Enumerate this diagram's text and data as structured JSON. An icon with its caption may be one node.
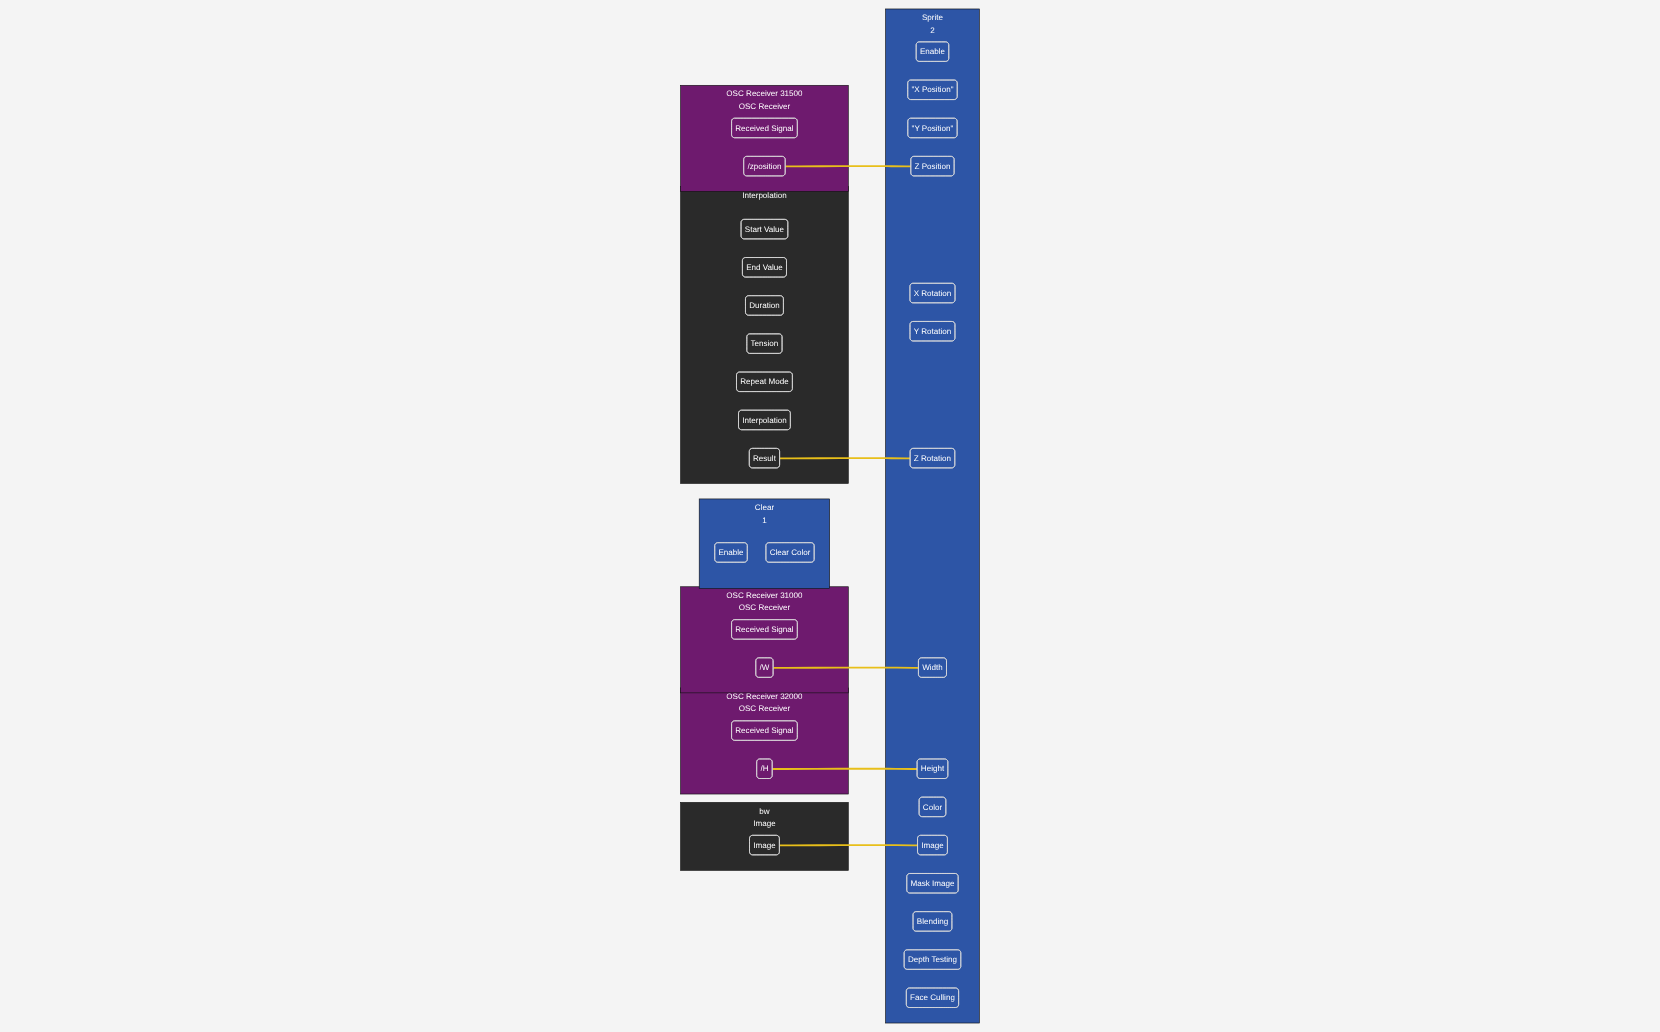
{
  "diagram": {
    "nodes": [
      {
        "text": [
          "Clear",
          "1"
        ]
      },
      {
        "text": [
          "Enable"
        ],
        "in": 0
      },
      {
        "text": [
          "Clear Color"
        ],
        "in": 0
      },
      {
        "text": [
          "OSC Receiver 31500",
          "OSC Receiver"
        ]
      },
      {
        "text": [
          "Received Signal"
        ],
        "in": 3
      },
      {
        "text": [
          "/zposition"
        ],
        "in": 3
      },
      {
        "text": [
          "Interpolation"
        ]
      },
      {
        "text": [
          "Start Value"
        ],
        "in": 6
      },
      {
        "text": [
          "End Value"
        ],
        "in": 6
      },
      {
        "text": [
          "Duration"
        ],
        "in": 6
      },
      {
        "text": [
          "Tension"
        ],
        "in": 6
      },
      {
        "text": [
          "Repeat Mode"
        ],
        "in": 6
      },
      {
        "text": [
          "Interpolation"
        ],
        "in": 6
      },
      {
        "text": [
          "Result"
        ],
        "in": 6
      },
      {
        "text": [
          "OSC Receiver 31000",
          "OSC Receiver"
        ]
      },
      {
        "text": [
          "Received Signal"
        ],
        "in": 14
      },
      {
        "text": [
          "/W"
        ],
        "in": 14
      },
      {
        "text": [
          "OSC Receiver 32000",
          "OSC Receiver"
        ]
      },
      {
        "text": [
          "Received Signal"
        ],
        "in": 17
      },
      {
        "text": [
          "/H"
        ],
        "in": 17
      },
      {
        "text": [
          "bw",
          "Image"
        ]
      },
      {
        "text": [
          "Image"
        ],
        "in": 20
      },
      {
        "text": [
          "Sprite",
          "2"
        ]
      },
      {
        "text": [
          "Enable"
        ],
        "in": 22
      },
      {
        "text": [
          "\"X Position\""
        ],
        "in": 22
      },
      {
        "text": [
          "\"Y Position\""
        ],
        "in": 22
      },
      {
        "text": [
          "Z Position"
        ],
        "in": 22
      },
      {
        "text": [
          "X Rotation"
        ],
        "in": 22
      },
      {
        "text": [
          "Y Rotation"
        ],
        "in": 22
      },
      {
        "text": [
          "Z Rotation"
        ],
        "in": 22
      },
      {
        "text": [
          "Width"
        ],
        "in": 22
      },
      {
        "text": [
          "Height"
        ],
        "in": 22
      },
      {
        "text": [
          "Color"
        ],
        "in": 22
      },
      {
        "text": [
          "Image"
        ],
        "in": 22
      },
      {
        "text": [
          "Mask Image"
        ],
        "in": 22
      },
      {
        "text": [
          "Blending"
        ],
        "in": 22
      },
      {
        "text": [
          "Depth Testing"
        ],
        "in": 22
      },
      {
        "text": [
          "Face Culling"
        ],
        "in": 22
      }
    ],
    "edges": [
      {
        "from": 13,
        "to": 29,
        "arrow": "none"
      },
      {
        "from": 5,
        "to": 26,
        "arrow": "none"
      },
      {
        "from": 16,
        "to": 30,
        "arrow": "none"
      },
      {
        "from": 19,
        "to": 31,
        "arrow": "none"
      },
      {
        "from": 21,
        "to": 33,
        "arrow": "none"
      }
    ]
  }
}
